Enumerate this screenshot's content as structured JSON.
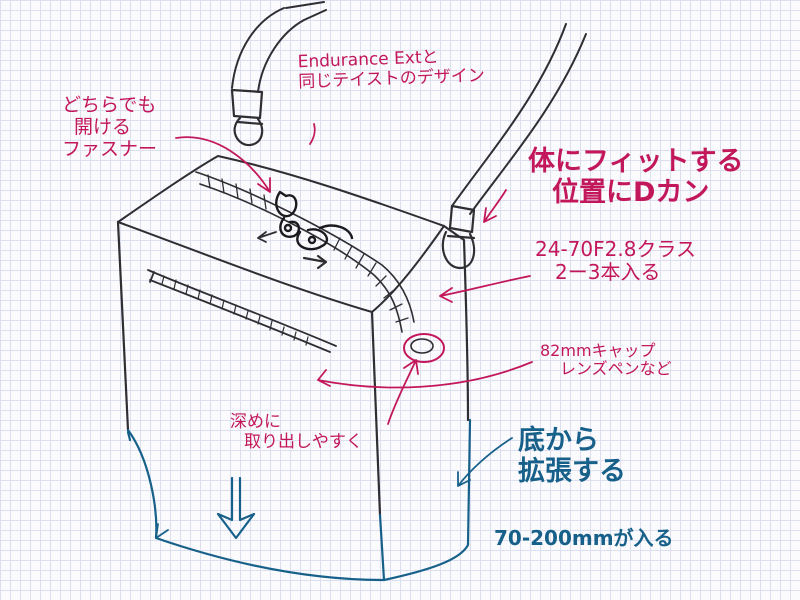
{
  "colors": {
    "ink": "#2e2e33",
    "accent_pink": "#c2185b",
    "accent_blue": "#17608a",
    "grid": "#dcdff0"
  },
  "annotations": {
    "design": {
      "line1": "Endurance Extと",
      "line2": "同じテイストのデザイン"
    },
    "zipper": {
      "line1": "どちらでも",
      "line2": "開ける",
      "line3": "ファスナー"
    },
    "d_ring": {
      "line1": "体にフィットする",
      "line2": "位置にDカン"
    },
    "lens": {
      "line1": "24-70F2.8クラス",
      "line2": "2ー3本入る"
    },
    "cap": {
      "line1": "82mmキャップ",
      "line2": "レンズペンなど"
    },
    "pocket": {
      "line1": "深めに",
      "line2": "取り出しやすく"
    },
    "extend": {
      "line1": "底から",
      "line2": "拡張する"
    },
    "zoom": {
      "text": "70-200mmが入る"
    }
  },
  "icons": [
    "d-ring-icon",
    "zipper-pull-icon",
    "down-arrow-icon",
    "arrow-icon"
  ]
}
